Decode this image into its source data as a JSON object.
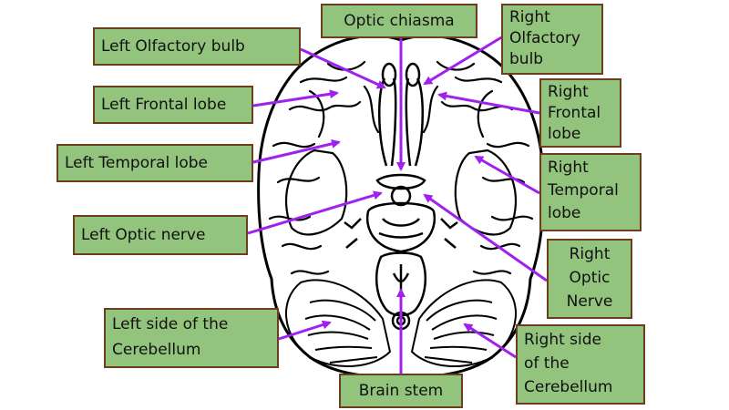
{
  "labels": {
    "optic_chiasma": "Optic chiasma",
    "left_olfactory_bulb": "Left Olfactory bulb",
    "right_olfactory_bulb": "Right\nOlfactory\nbulb",
    "left_frontal_lobe": "Left Frontal lobe",
    "right_frontal_lobe": "Right\nFrontal\nlobe",
    "left_temporal_lobe": "Left Temporal lobe",
    "right_temporal_lobe": "Right\nTemporal\nlobe",
    "left_optic_nerve": "Left Optic nerve",
    "right_optic_nerve": "Right\nOptic\nNerve",
    "left_cerebellum": "Left side of the\nCerebellum",
    "right_cerebellum": "Right side\nof the\nCerebellum",
    "brain_stem": "Brain stem"
  },
  "colors": {
    "label_fill": "#93c47d",
    "label_border": "#6b3e1e",
    "arrow": "#a020f0",
    "brain_outline": "#000000"
  },
  "icons": {
    "illustration": "brain-inferior-view"
  }
}
